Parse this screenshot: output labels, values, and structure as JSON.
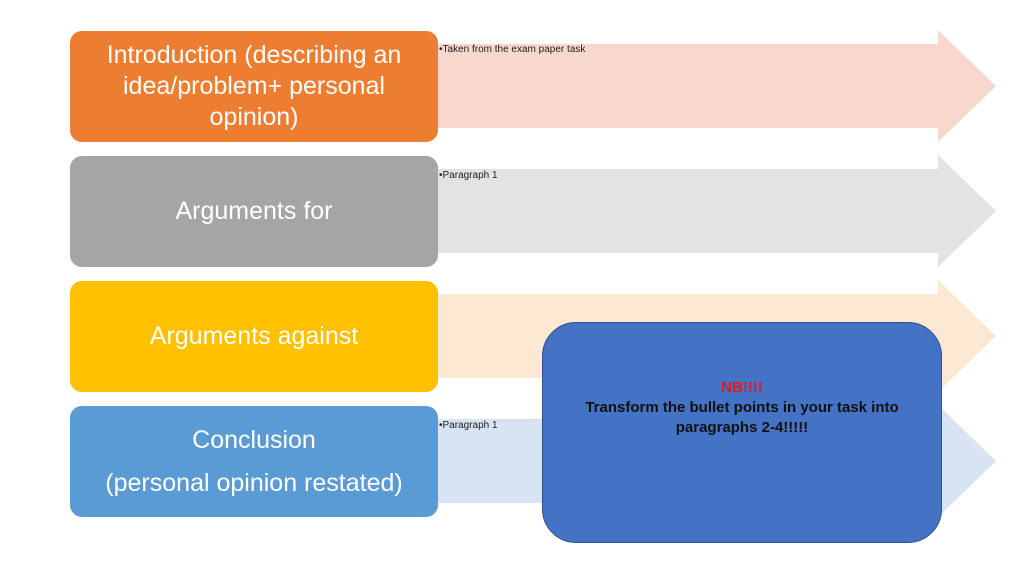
{
  "colors": {
    "intro": "#ed7d31",
    "intro_arrow": "#f8d7cf",
    "for": "#a5a5a5",
    "for_arrow": "#e3e3e3",
    "against": "#ffc000",
    "against_arrow": "#fde9d3",
    "conclusion": "#5b9bd5",
    "conclusion_arrow": "#d8e3f3",
    "note_bg": "#4472c4",
    "note_alert": "#e11b1b"
  },
  "rows": [
    {
      "label": "Introduction (describing an idea/problem+ personal opinion)",
      "bullet": "•Taken from the exam paper task"
    },
    {
      "label": "Arguments for",
      "bullet": "•Paragraph 1"
    },
    {
      "label": "Arguments against",
      "bullet": ""
    },
    {
      "label": "Conclusion",
      "label_line2": "(personal opinion restated)",
      "bullet": "•Paragraph 1"
    }
  ],
  "note": {
    "alert": "NB!!!!",
    "message": "Transform the bullet points in your task into paragraphs 2-4!!!!!"
  }
}
